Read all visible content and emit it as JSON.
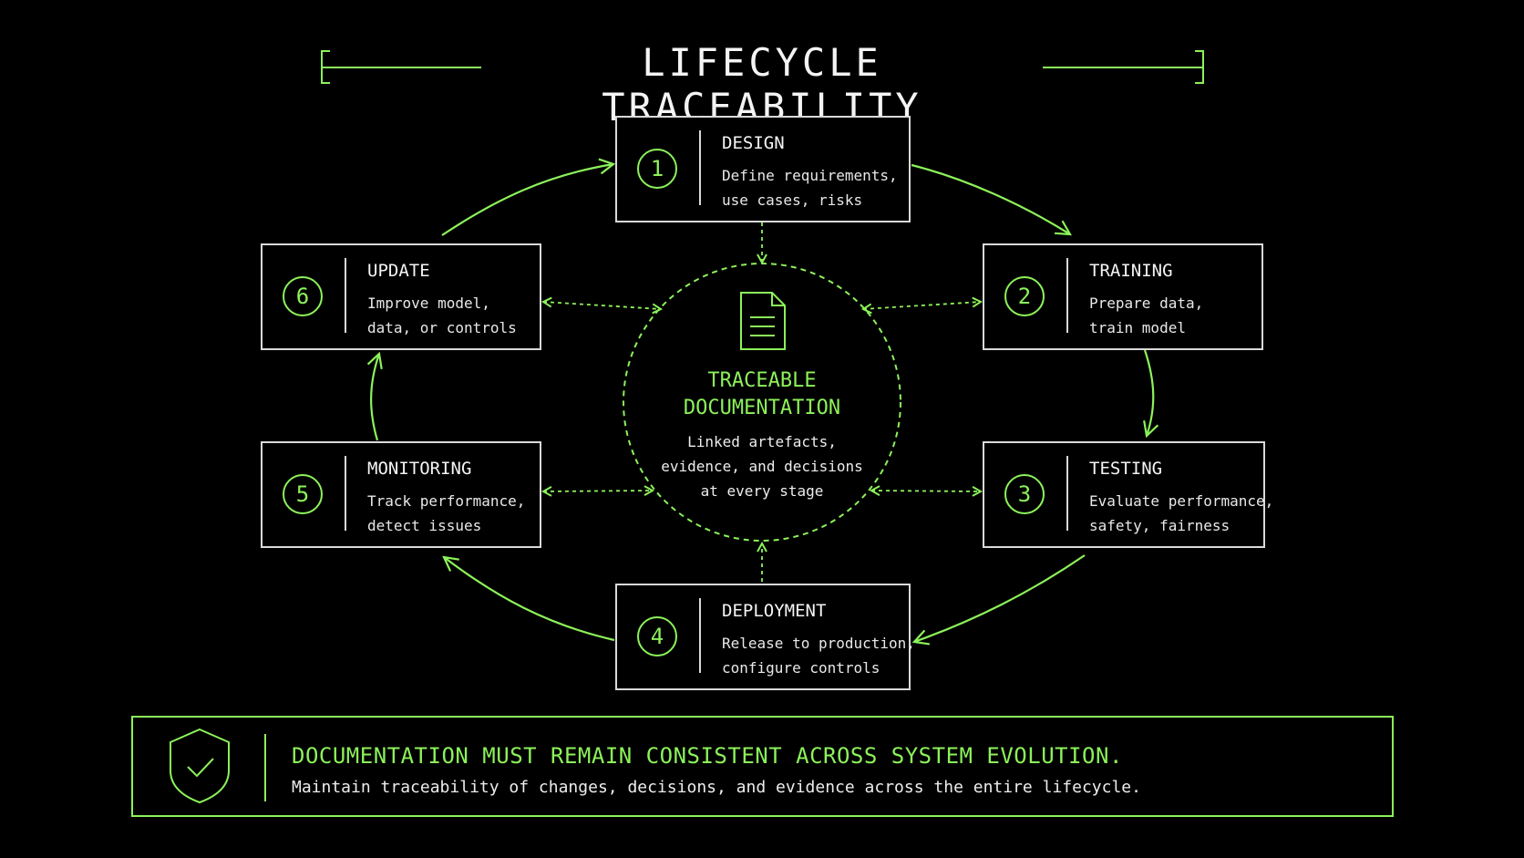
{
  "title": "LIFECYCLE TRACEABILITY",
  "stages": [
    {
      "number": "1",
      "title": "DESIGN",
      "description": "Define requirements,\nuse cases, risks"
    },
    {
      "number": "2",
      "title": "TRAINING",
      "description": "Prepare data,\ntrain model"
    },
    {
      "number": "3",
      "title": "TESTING",
      "description": "Evaluate performance,\nsafety, fairness"
    },
    {
      "number": "4",
      "title": "DEPLOYMENT",
      "description": "Release to production,\nconfigure controls"
    },
    {
      "number": "5",
      "title": "MONITORING",
      "description": "Track performance,\ndetect issues"
    },
    {
      "number": "6",
      "title": "UPDATE",
      "description": "Improve model,\ndata, or controls"
    }
  ],
  "center": {
    "icon": "document-icon",
    "title": "TRACEABLE\nDOCUMENTATION",
    "description": "Linked artefacts,\nevidence, and decisions\nat every stage"
  },
  "banner": {
    "icon": "shield-check-icon",
    "title": "DOCUMENTATION MUST REMAIN CONSISTENT ACROSS SYSTEM EVOLUTION.",
    "description": "Maintain traceability of changes, decisions, and evidence across the entire lifecycle."
  },
  "colors": {
    "accent": "#8cf25a",
    "background": "#000000",
    "box_border": "#d9d9d9",
    "text": "#f2f2f2"
  }
}
